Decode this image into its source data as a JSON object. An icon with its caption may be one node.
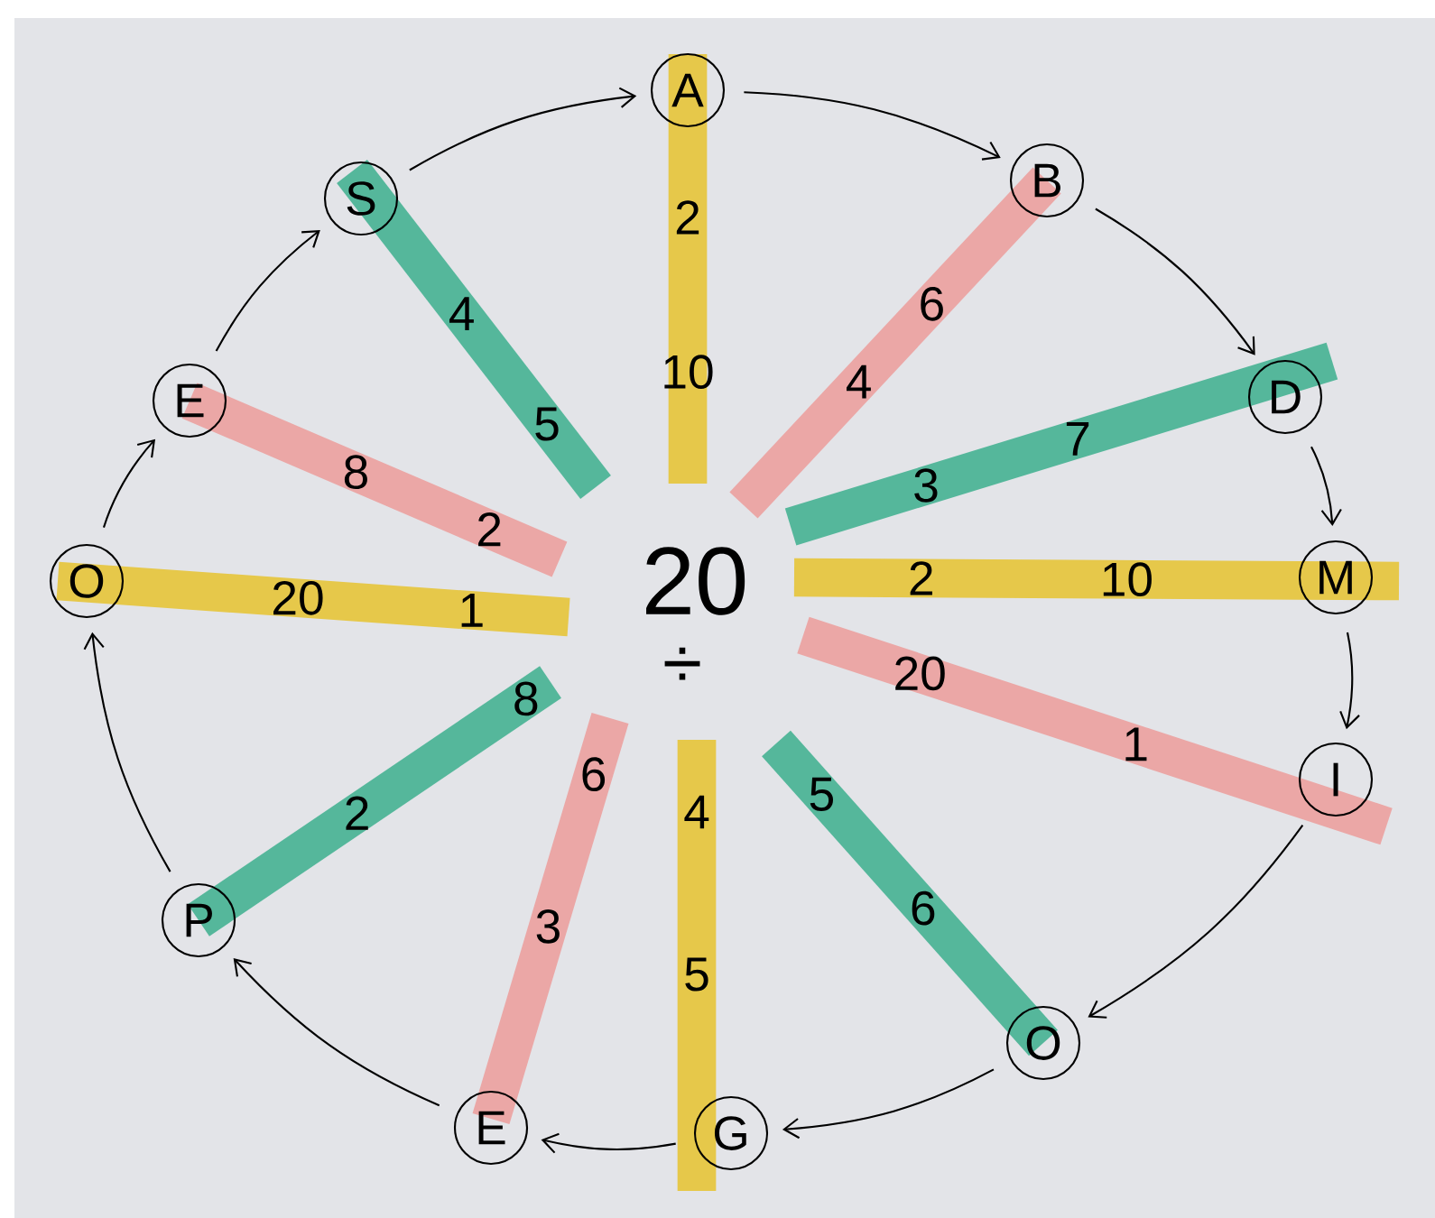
{
  "diagram": {
    "nodes": [
      {
        "text": [
          "A"
        ]
      },
      {
        "text": [
          "B"
        ]
      },
      {
        "text": [
          "D"
        ]
      },
      {
        "text": [
          "M"
        ]
      },
      {
        "text": [
          "I"
        ]
      },
      {
        "text": [
          "O"
        ]
      },
      {
        "text": [
          "G"
        ]
      },
      {
        "text": [
          "E"
        ]
      },
      {
        "text": [
          "P"
        ]
      },
      {
        "text": [
          "O"
        ]
      },
      {
        "text": [
          "E"
        ]
      },
      {
        "text": [
          "S"
        ]
      },
      {
        "text": [
          "2",
          "10"
        ]
      },
      {
        "text": [
          "6",
          "4"
        ]
      },
      {
        "text": [
          "3",
          "7"
        ]
      },
      {
        "text": [
          "2",
          "10"
        ]
      },
      {
        "text": [
          "20",
          "1"
        ]
      },
      {
        "text": [
          "5",
          "6"
        ]
      },
      {
        "text": [
          "4",
          "5"
        ]
      },
      {
        "text": [
          "6",
          "3"
        ]
      },
      {
        "text": [
          "8",
          "2"
        ]
      },
      {
        "text": [
          "20",
          "1"
        ]
      },
      {
        "text": [
          "8",
          "2"
        ]
      },
      {
        "text": [
          "4",
          "5"
        ]
      }
    ],
    "edges": [
      {
        "from": 0,
        "to": 1,
        "arrow": "to"
      },
      {
        "from": 1,
        "to": 2,
        "arrow": "to"
      },
      {
        "from": 2,
        "to": 3,
        "arrow": "to"
      },
      {
        "from": 3,
        "to": 4,
        "arrow": "to"
      },
      {
        "from": 4,
        "to": 5,
        "arrow": "to"
      },
      {
        "from": 5,
        "to": 6,
        "arrow": "to"
      },
      {
        "from": 6,
        "to": 7,
        "arrow": "to"
      },
      {
        "from": 7,
        "to": 8,
        "arrow": "to"
      },
      {
        "from": 8,
        "to": 9,
        "arrow": "to"
      },
      {
        "from": 9,
        "to": 10,
        "arrow": "to"
      },
      {
        "from": 10,
        "to": 11,
        "arrow": "to"
      },
      {
        "from": 11,
        "to": 0,
        "arrow": "to"
      }
    ],
    "labels": [
      "20",
      "÷"
    ]
  }
}
